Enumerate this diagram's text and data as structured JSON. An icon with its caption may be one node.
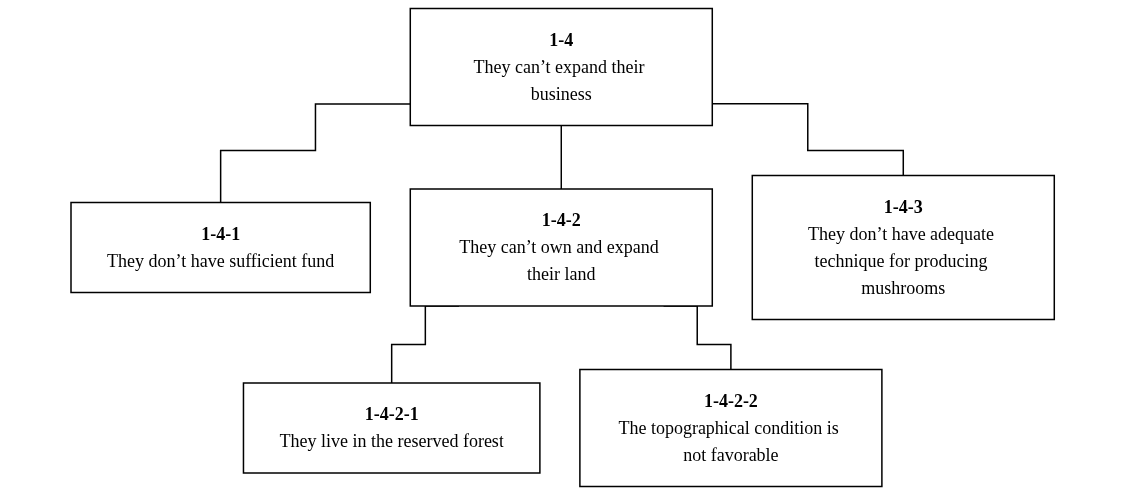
{
  "diagram": {
    "nodes": [
      {
        "text": [
          "1-4",
          "They can’t expand their business"
        ]
      },
      {
        "text": [
          "1-4-1",
          "They don’t have sufficient fund"
        ]
      },
      {
        "text": [
          "1-4-2",
          "They can’t own and expand their land"
        ]
      },
      {
        "text": [
          "1-4-3",
          "They don’t have adequate technique for producing mushrooms"
        ]
      },
      {
        "text": [
          "1-4-2-1",
          "They live in the reserved forest"
        ]
      },
      {
        "text": [
          "1-4-2-2",
          "The topographical condition is not favorable"
        ]
      }
    ],
    "edges": [
      {
        "from": 0,
        "to": 1,
        "arrow": "none"
      },
      {
        "from": 0,
        "to": 2,
        "arrow": "none"
      },
      {
        "from": 0,
        "to": 3,
        "arrow": "none"
      },
      {
        "from": 2,
        "to": 4,
        "arrow": "none"
      },
      {
        "from": 2,
        "to": 5,
        "arrow": "none"
      }
    ]
  }
}
